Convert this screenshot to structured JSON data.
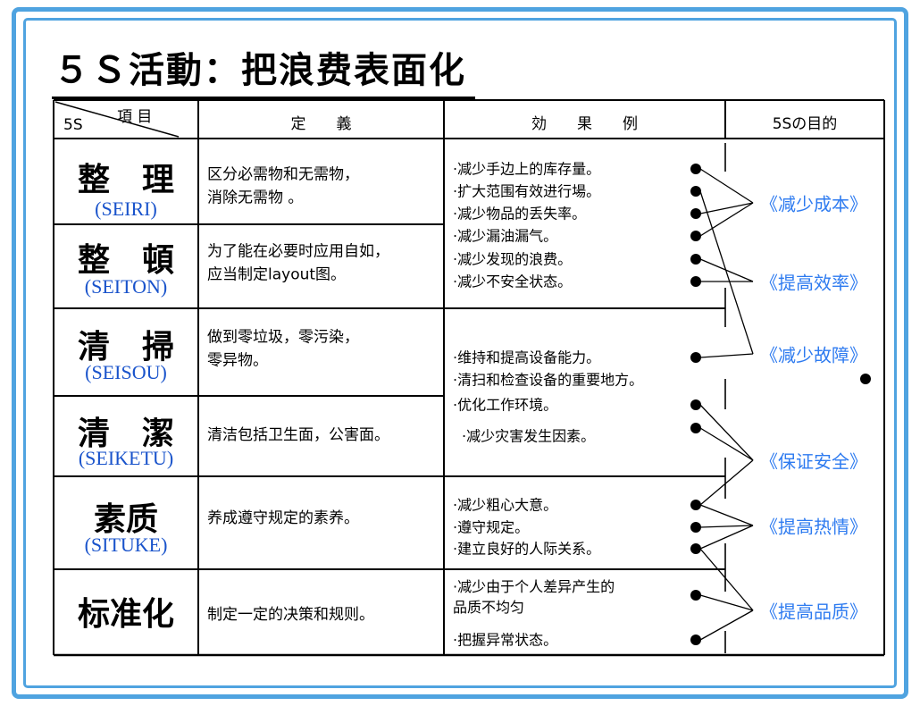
{
  "title": "５Ｓ活動：把浪费表面化",
  "colors": {
    "frame_blue": "#4FA3E0",
    "romaji_blue": "#1953CB",
    "goal_blue": "#2E7BF0",
    "ink": "#000000"
  },
  "header": {
    "corner_item": "項 目",
    "corner_5s": "5S",
    "definition": "定　　義",
    "effects": "効　　果　　例",
    "purpose": "5Sの目的"
  },
  "rows": [
    {
      "name": "整　理",
      "romaji": "(SEIRI)",
      "definition": "区分必需物和无需物，\n消除无需物 。"
    },
    {
      "name": "整　頓",
      "romaji": "(SEITON)",
      "definition": "为了能在必要时应用自如，\n应当制定layout图。"
    },
    {
      "name": "清　掃",
      "romaji": "(SEISOU)",
      "definition": "做到零垃圾，零污染，\n零异物。"
    },
    {
      "name": "清　潔",
      "romaji": "(SEIKETU)",
      "definition": "清洁包括卫生面，公害面。"
    },
    {
      "name": "素质",
      "romaji": "(SITUKE)",
      "definition": "养成遵守规定的素养。"
    },
    {
      "name": "标准化",
      "romaji": "",
      "definition": "制定一定的决策和规则。"
    }
  ],
  "effects": [
    "·减少手边上的库存量。",
    "·扩大范围有效进行場。",
    "·减少物品的丢失率。",
    "·减少漏油漏气。",
    "·减少发现的浪费。",
    "·减少不安全状态。",
    "·维持和提高设备能力。",
    "·清扫和检查设备的重要地方。",
    "·优化工作环境。",
    "·减少灾害发生因素。",
    "·减少粗心大意。",
    "·遵守规定。",
    "·建立良好的人际关系。",
    "·减少由于个人差异产生的\n品质不均匀",
    "·把握异常状态。"
  ],
  "goals": [
    "《减少成本》",
    "《提高效率》",
    "《减少故障》",
    "《保证安全》",
    "《提高热情》",
    "《提高品质》"
  ],
  "connections": [
    [
      0,
      0
    ],
    [
      2,
      0
    ],
    [
      3,
      0
    ],
    [
      4,
      1
    ],
    [
      5,
      1
    ],
    [
      1,
      2
    ],
    [
      6,
      2
    ],
    [
      8,
      3
    ],
    [
      9,
      3
    ],
    [
      10,
      3
    ],
    [
      10,
      4
    ],
    [
      11,
      4
    ],
    [
      12,
      4
    ],
    [
      12,
      5
    ],
    [
      13,
      5
    ],
    [
      14,
      5
    ]
  ]
}
